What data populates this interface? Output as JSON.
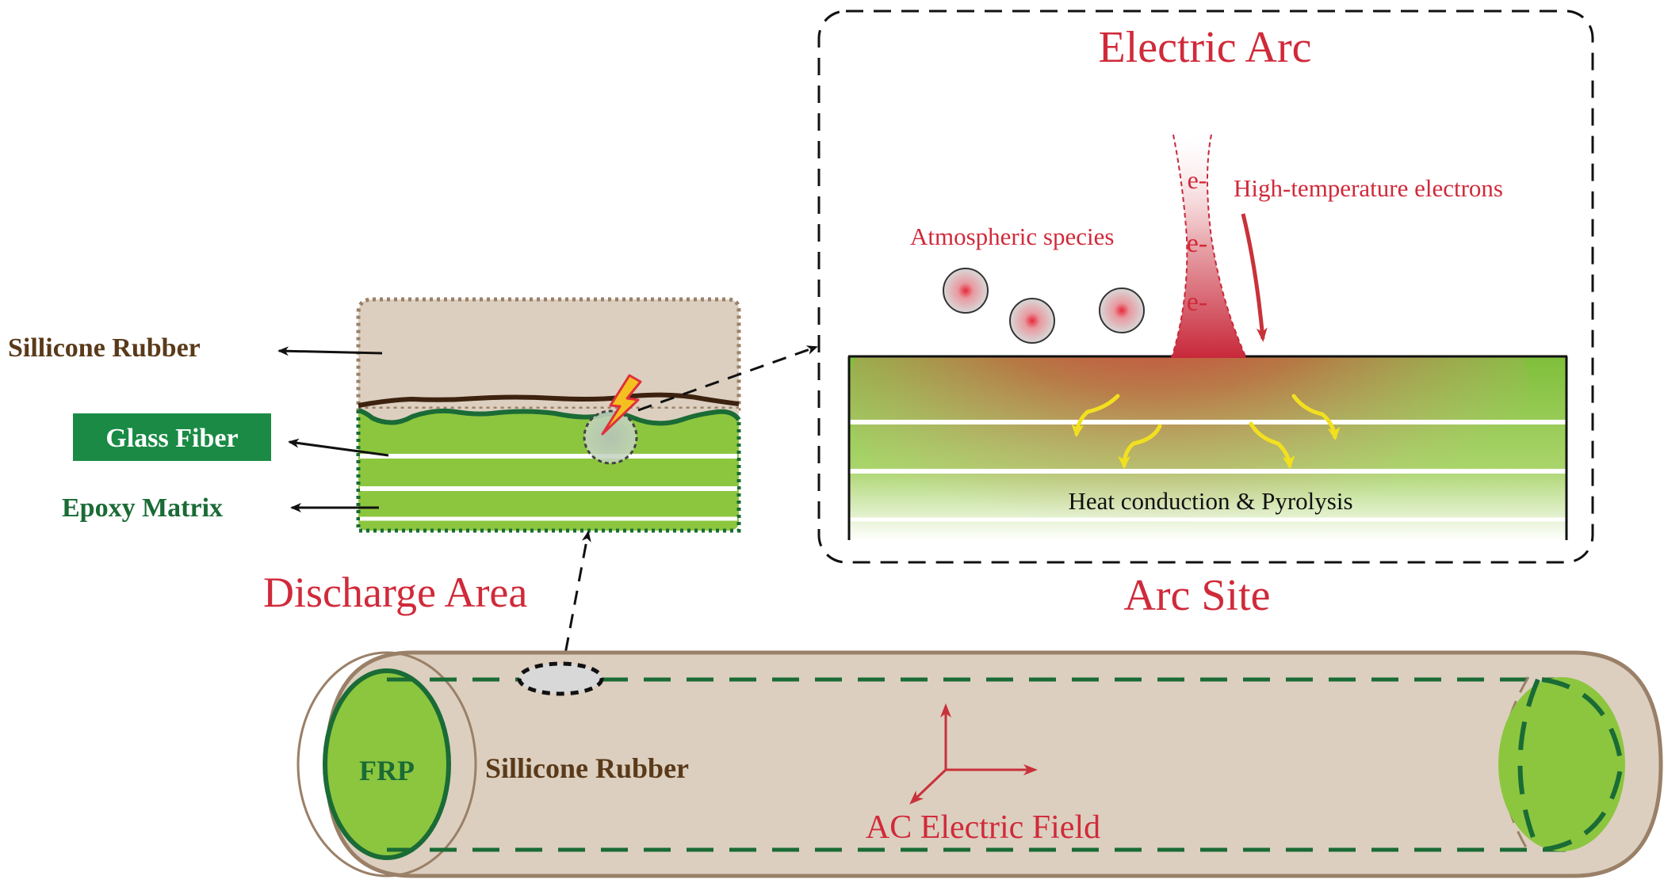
{
  "labels": {
    "electric_arc": "Electric Arc",
    "arc_site": "Arc Site",
    "high_temp_electrons": "High-temperature electrons",
    "atmospheric_species": "Atmospheric species",
    "electron_symbol_1": "e-",
    "electron_symbol_2": "e-",
    "electron_symbol_3": "e-",
    "heat_conduction": "Heat conduction & Pyrolysis",
    "sillicone_rubber_left": "Sillicone Rubber",
    "glass_fiber": "Glass Fiber",
    "epoxy_matrix": "Epoxy Matrix",
    "discharge_area": "Discharge Area",
    "frp": "FRP",
    "sillicone_rubber_rod": "Sillicone Rubber",
    "ac_electric_field": "AC Electric Field"
  },
  "colors": {
    "red_text": "#d02a3a",
    "brown_text": "#5a3a1a",
    "dark_green": "#1a6b35",
    "green_fill": "#8cc63f",
    "rubber_fill": "#dccfbf",
    "rubber_stroke": "#9a8068",
    "arrow_dark": "#111111"
  }
}
